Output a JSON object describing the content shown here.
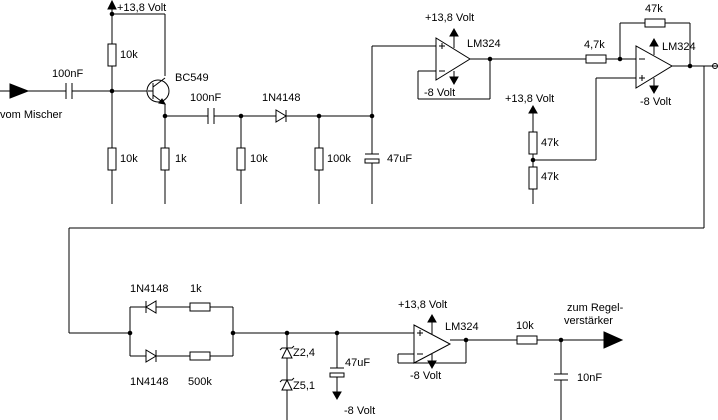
{
  "stage1": {
    "supply": "+13,8 Volt",
    "input_label": "vom Mischer",
    "c_in": "100nF",
    "r_top": "10k",
    "r_bottom": "10k",
    "transistor": "BC549",
    "r_emitter": "1k",
    "c_couple": "100nF",
    "diode": "1N4148",
    "r_mid": "10k",
    "r_load": "100k",
    "c_filter": "47uF"
  },
  "opamp1": {
    "supply_pos": "+13,8 Volt",
    "supply_neg": "-8 Volt",
    "type": "LM324"
  },
  "opamp2": {
    "r_feedback": "47k",
    "r_in": "4,7k",
    "supply_neg": "-8 Volt",
    "type": "LM324",
    "divider_supply": "+13,8 Volt",
    "r_div_top": "47k",
    "r_div_bottom": "47k"
  },
  "lower": {
    "diode_top": "1N4148",
    "r_top": "1k",
    "diode_bottom": "1N4148",
    "r_bottom": "500k",
    "zener1": "Z2,4",
    "zener2": "Z5,1",
    "c_hold": "47uF",
    "c_supply": "-8 Volt"
  },
  "opamp3": {
    "supply_pos": "+13,8 Volt",
    "supply_neg": "-8 Volt",
    "type": "LM324"
  },
  "output": {
    "r_out": "10k",
    "c_out": "10nF",
    "label_line1": "zum Regel-",
    "label_line2": "verstärker"
  }
}
